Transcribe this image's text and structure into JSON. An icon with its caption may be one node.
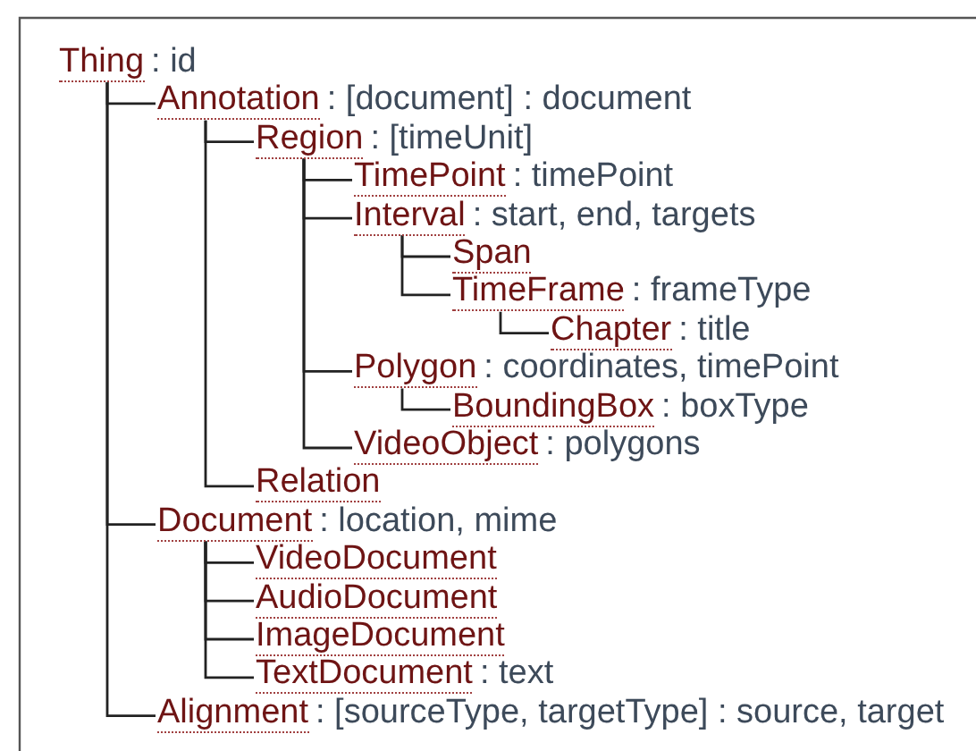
{
  "diagram": {
    "nodes": [
      {
        "text": [
          "Thing",
          ": id"
        ]
      },
      {
        "text": [
          "Annotation",
          ": [document] : document"
        ]
      },
      {
        "text": [
          "Region",
          ": [timeUnit]"
        ]
      },
      {
        "text": [
          "TimePoint",
          ": timePoint"
        ]
      },
      {
        "text": [
          "Interval",
          ": start, end, targets"
        ]
      },
      {
        "text": [
          "Span"
        ]
      },
      {
        "text": [
          "TimeFrame",
          ": frameType"
        ]
      },
      {
        "text": [
          "Chapter",
          ": title"
        ]
      },
      {
        "text": [
          "Polygon",
          ": coordinates, timePoint"
        ]
      },
      {
        "text": [
          "BoundingBox",
          ": boxType"
        ]
      },
      {
        "text": [
          "VideoObject",
          ": polygons"
        ]
      },
      {
        "text": [
          "Relation"
        ]
      },
      {
        "text": [
          "Document",
          ": location, mime"
        ]
      },
      {
        "text": [
          "VideoDocument"
        ]
      },
      {
        "text": [
          "AudioDocument"
        ]
      },
      {
        "text": [
          "ImageDocument"
        ]
      },
      {
        "text": [
          "TextDocument",
          ": text"
        ]
      },
      {
        "text": [
          "Alignment",
          ": [sourceType, targetType] : source, target"
        ]
      }
    ],
    "edges": [
      {
        "from": 0,
        "to": 1,
        "arrow": "none"
      },
      {
        "from": 0,
        "to": 12,
        "arrow": "none"
      },
      {
        "from": 0,
        "to": 17,
        "arrow": "none"
      },
      {
        "from": 1,
        "to": 2,
        "arrow": "none"
      },
      {
        "from": 1,
        "to": 11,
        "arrow": "none"
      },
      {
        "from": 2,
        "to": 3,
        "arrow": "none"
      },
      {
        "from": 2,
        "to": 4,
        "arrow": "none"
      },
      {
        "from": 2,
        "to": 8,
        "arrow": "none"
      },
      {
        "from": 2,
        "to": 10,
        "arrow": "none"
      },
      {
        "from": 4,
        "to": 5,
        "arrow": "none"
      },
      {
        "from": 4,
        "to": 6,
        "arrow": "none"
      },
      {
        "from": 6,
        "to": 7,
        "arrow": "none"
      },
      {
        "from": 8,
        "to": 9,
        "arrow": "none"
      },
      {
        "from": 12,
        "to": 13,
        "arrow": "none"
      },
      {
        "from": 12,
        "to": 14,
        "arrow": "none"
      },
      {
        "from": 12,
        "to": 15,
        "arrow": "none"
      },
      {
        "from": 12,
        "to": 16,
        "arrow": "none"
      }
    ]
  }
}
